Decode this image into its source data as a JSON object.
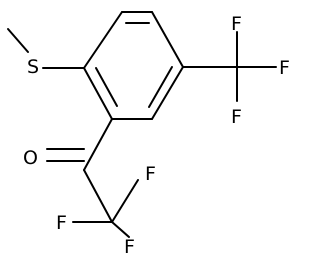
{
  "molecule": {
    "atoms": {
      "sulfur": "S",
      "oxygen": "O",
      "fluorine_cf3_top": "F",
      "fluorine_cf3_right": "F",
      "fluorine_cf3_bottom": "F",
      "fluorine_cof3_top": "F",
      "fluorine_cof3_left": "F",
      "fluorine_cof3_bottom": "F"
    }
  }
}
